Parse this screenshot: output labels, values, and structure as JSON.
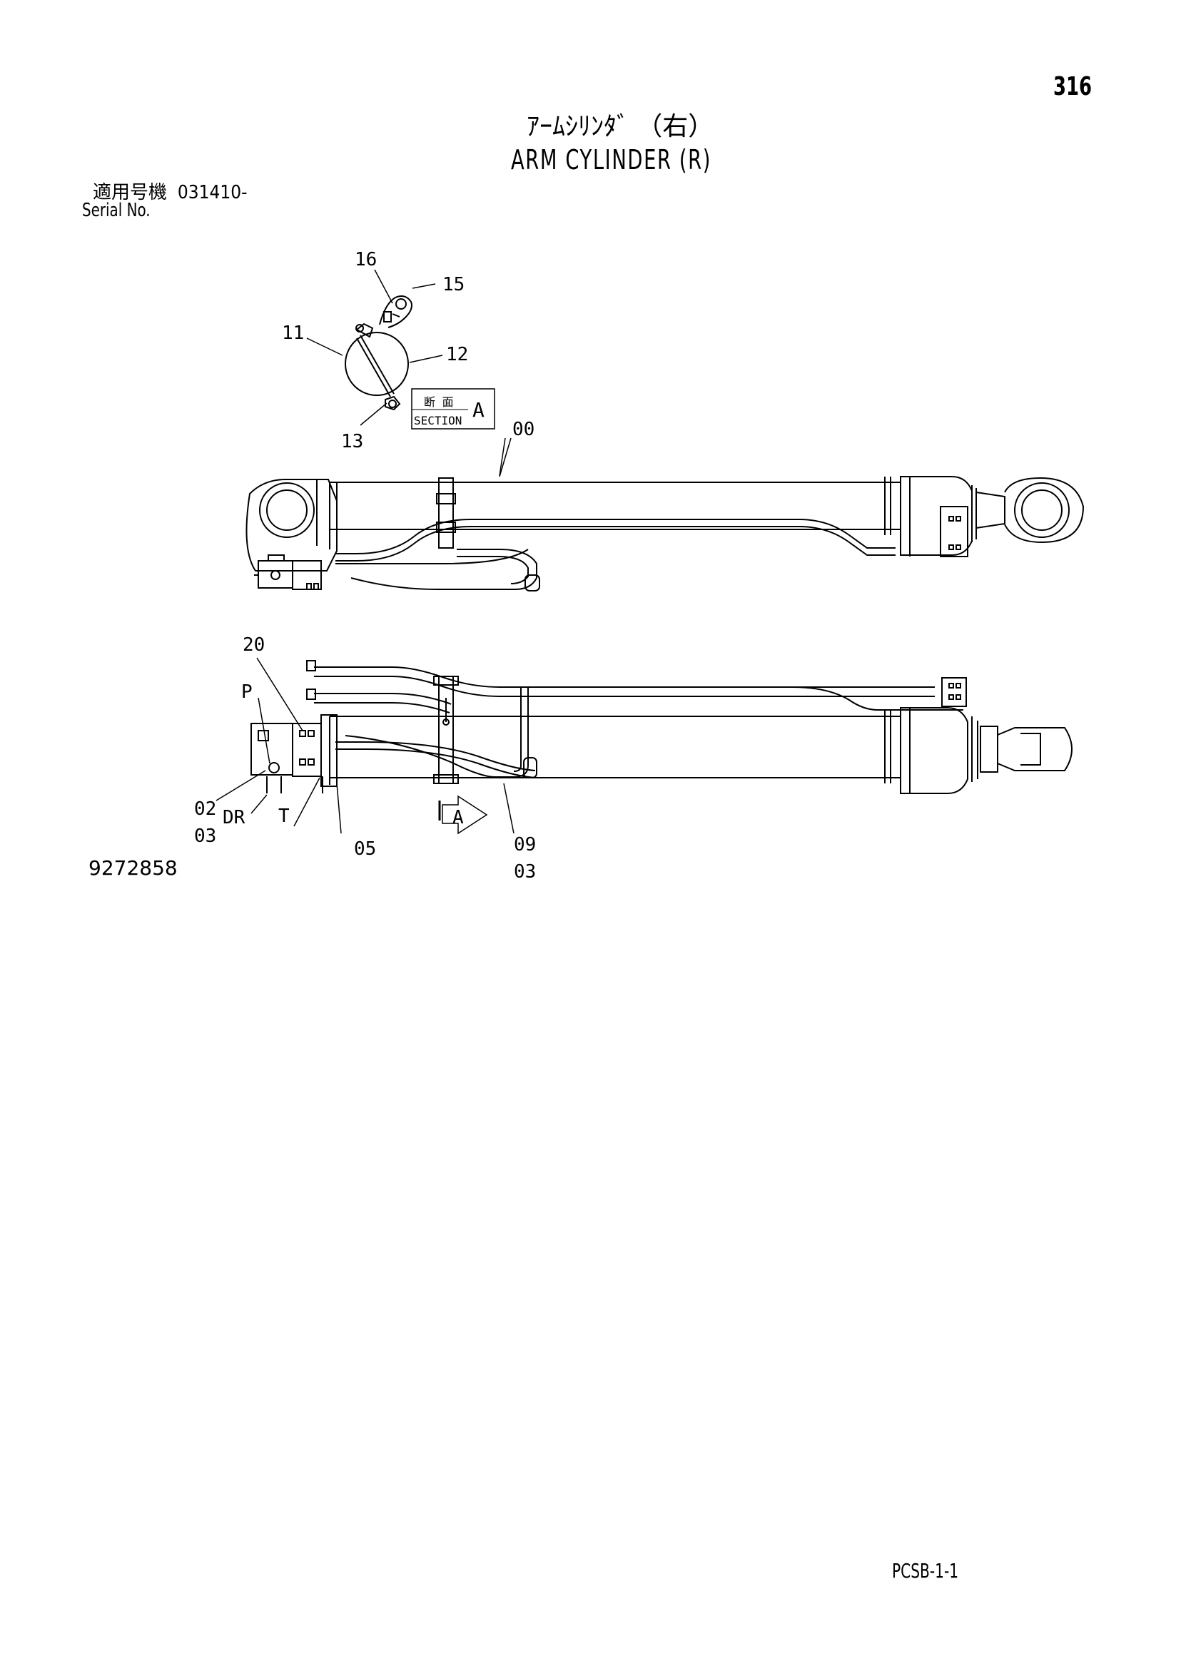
{
  "page_number": "316",
  "title_jp": "ｱｰﾑｼﾘﾝﾀﾞ （右）",
  "title_en": "ARM CYLINDER (R)",
  "serial_label_jp": "適用号機",
  "serial_value": "031410-",
  "serial_label_en": "Serial No.",
  "figure_number": "9272858",
  "footer_code": "PCSB-1-1",
  "section_box": {
    "label_jp": "断 面",
    "label_en": "SECTION",
    "letter": "A"
  },
  "view_arrow_label": "A",
  "callouts": {
    "c16": "16",
    "c15": "15",
    "c11": "11",
    "c12": "12",
    "c13": "13",
    "c00": "00",
    "c20": "20",
    "cP": "P",
    "c02": "02",
    "c03a": "03",
    "cDR": "DR",
    "cT": "T",
    "c05": "05",
    "c09": "09",
    "c03b": "03"
  }
}
